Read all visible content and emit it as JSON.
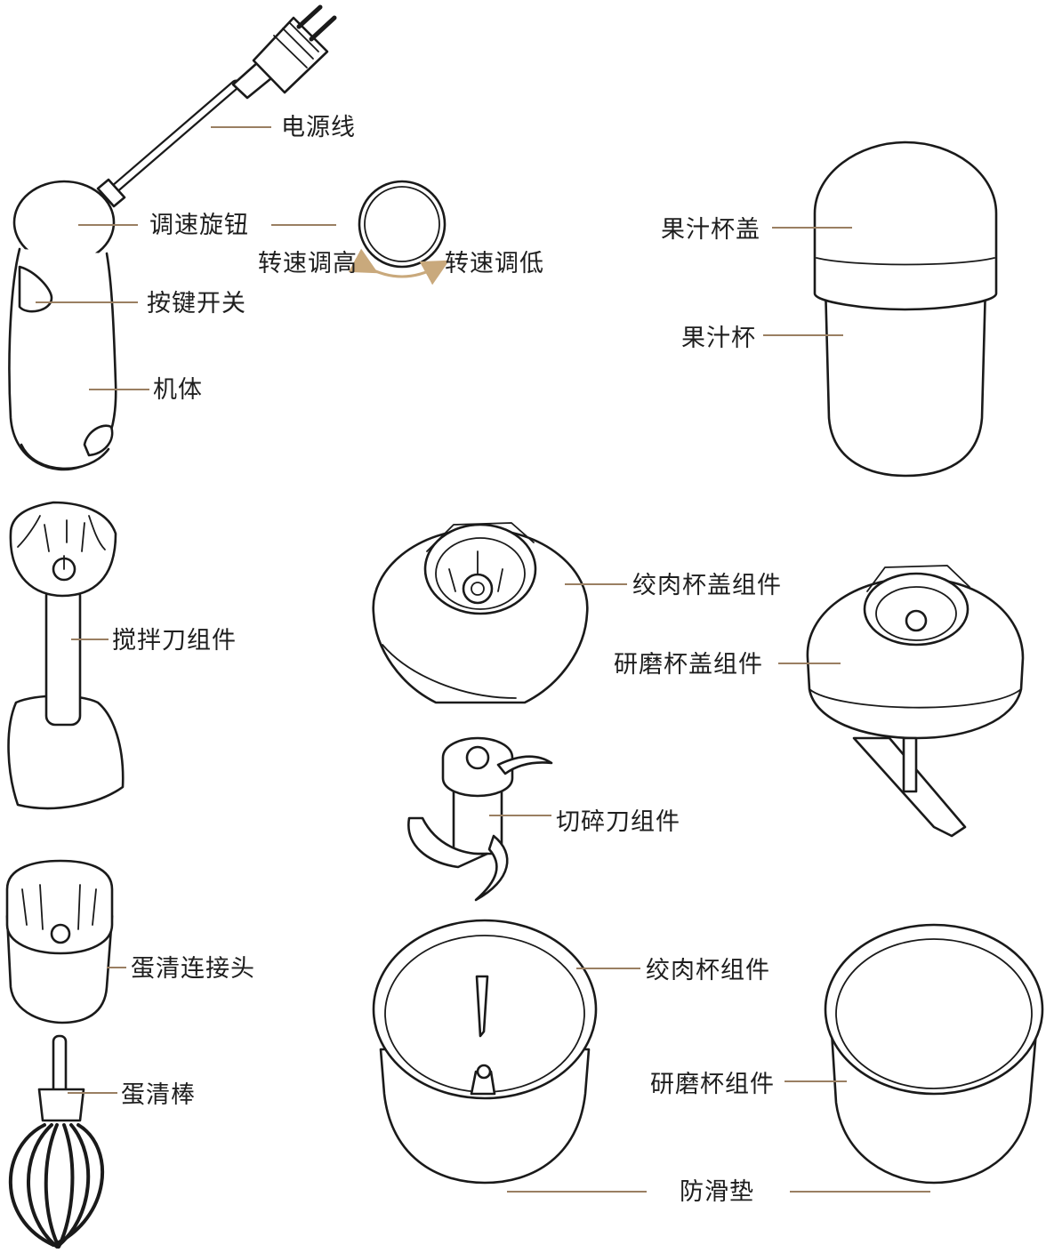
{
  "labels": {
    "power_cord": "电源线",
    "speed_knob": "调速旋钮",
    "speed_up": "转速调高",
    "speed_down": "转速调低",
    "button_switch": "按键开关",
    "body": "机体",
    "juice_cup_lid": "果汁杯盖",
    "juice_cup": "果汁杯",
    "blender_blade": "搅拌刀组件",
    "mincer_lid": "绞肉杯盖组件",
    "grinder_lid": "研磨杯盖组件",
    "chopper_blade": "切碎刀组件",
    "whisk_connector": "蛋清连接头",
    "mincer_cup": "绞肉杯组件",
    "whisk": "蛋清棒",
    "grinder_cup": "研磨杯组件",
    "non_slip_pad": "防滑垫"
  },
  "colors": {
    "leader_line": "#9a7f62",
    "outline": "#1a1a1a",
    "arrow": "#c9a97c"
  }
}
